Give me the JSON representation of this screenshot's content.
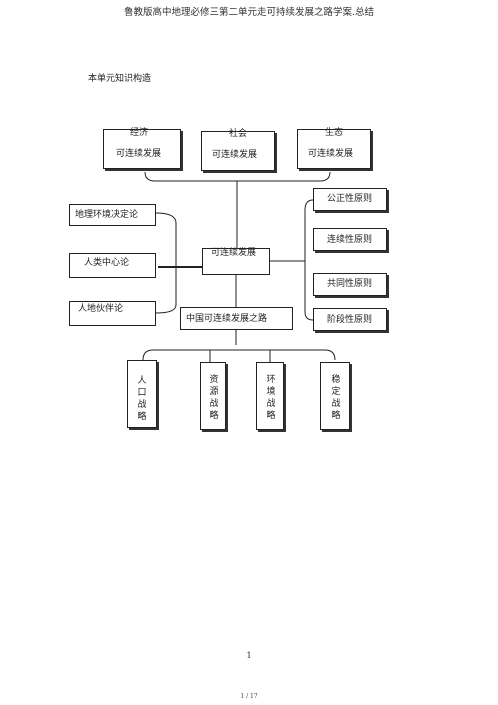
{
  "header": {
    "title": "鲁教版高中地理必修三第二单元走可持续发展之路学案.总结"
  },
  "section_title": "本单元知识构造",
  "top_boxes": [
    {
      "line1": "经济",
      "line2": "可连续发展"
    },
    {
      "line1": "社会",
      "line2": "可连续发展"
    },
    {
      "line1": "生态",
      "line2": "可连续发展"
    }
  ],
  "left_boxes": [
    "地理环境决定论",
    "人类中心论",
    "人地伙伴论"
  ],
  "center_box": "可连续发展",
  "china_box": "中国可连续发展之路",
  "right_boxes": [
    "公正性原则",
    "连续性原则",
    "共同性原则",
    "阶段性原则"
  ],
  "bottom_boxes": [
    "人口战略",
    "资源战略",
    "环境战略",
    "稳定战略"
  ],
  "page_number": "1",
  "page_footer": "1 / 17"
}
